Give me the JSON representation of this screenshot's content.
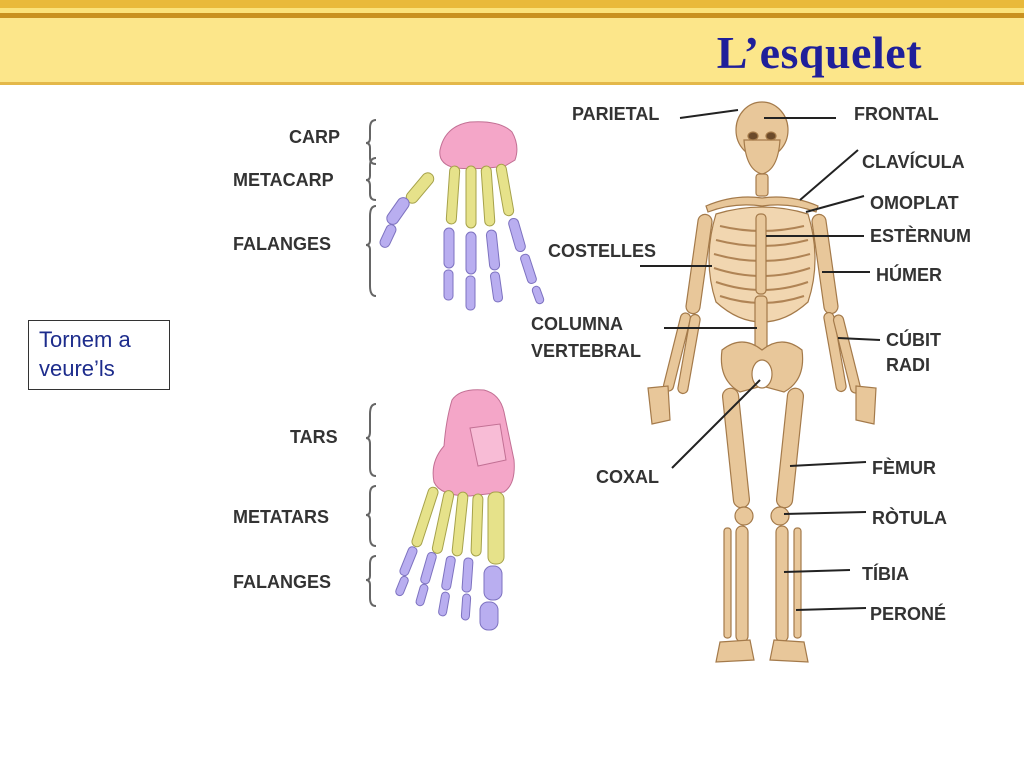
{
  "slide": {
    "title": "L’esquelet",
    "side_box": {
      "line1": "Tornem a",
      "line2": "veure’ls"
    }
  },
  "hand_labels": [
    "CARP",
    "METACARP",
    "FALANGES"
  ],
  "foot_labels": [
    "TARS",
    "METATARS",
    "FALANGES"
  ],
  "skeleton_labels": {
    "left": [
      "PARIETAL",
      "COSTELLES",
      "COLUMNA",
      "VERTEBRAL",
      "COXAL"
    ],
    "right": [
      "FRONTAL",
      "CLAVÍCULA",
      "OMOPLAT",
      "ESTÈRNUM",
      "HÚMER",
      "CÚBIT",
      "RADI",
      "FÈMUR",
      "RÒTULA",
      "TÍBIA",
      "PERONÉ"
    ]
  },
  "colors": {
    "title": "#1f1f9a",
    "header_band": "#fce68a",
    "bone": "#e8c79a",
    "carpal_tarsal": "#f4a6c8",
    "metacarpal_metatarsal": "#e6e28a",
    "phalanges": "#b9aef0"
  }
}
